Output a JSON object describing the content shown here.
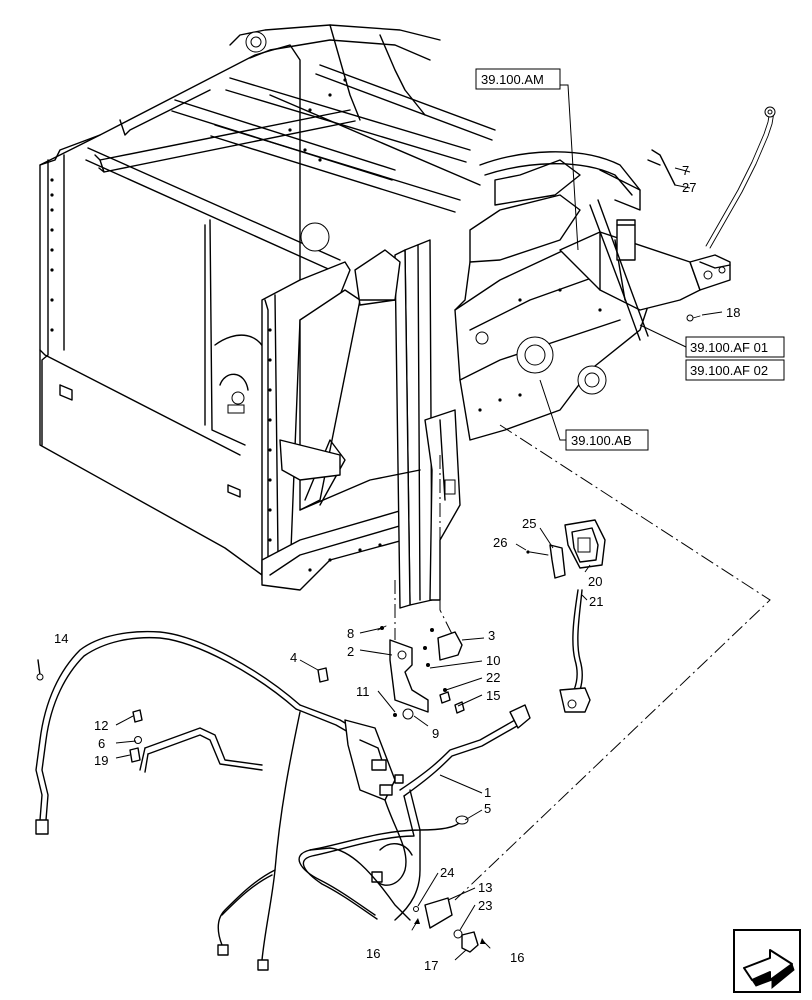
{
  "callouts": {
    "c1": "1",
    "c2": "2",
    "c3": "3",
    "c4": "4",
    "c5": "5",
    "c6": "6",
    "c7": "7",
    "c8": "8",
    "c9": "9",
    "c10": "10",
    "c11": "11",
    "c12": "12",
    "c13": "13",
    "c14": "14",
    "c15": "15",
    "c16a": "16",
    "c16b": "16",
    "c17": "17",
    "c18": "18",
    "c19": "19",
    "c20": "20",
    "c21": "21",
    "c22": "22",
    "c23": "23",
    "c24": "24",
    "c25": "25",
    "c26": "26",
    "c27": "27"
  },
  "references": {
    "ref_am": "39.100.AM",
    "ref_af01": "39.100.AF 01",
    "ref_af02": "39.100.AF 02",
    "ref_ab": "39.100.AB"
  },
  "icons": {
    "nav": "next-page-arrow-icon"
  }
}
